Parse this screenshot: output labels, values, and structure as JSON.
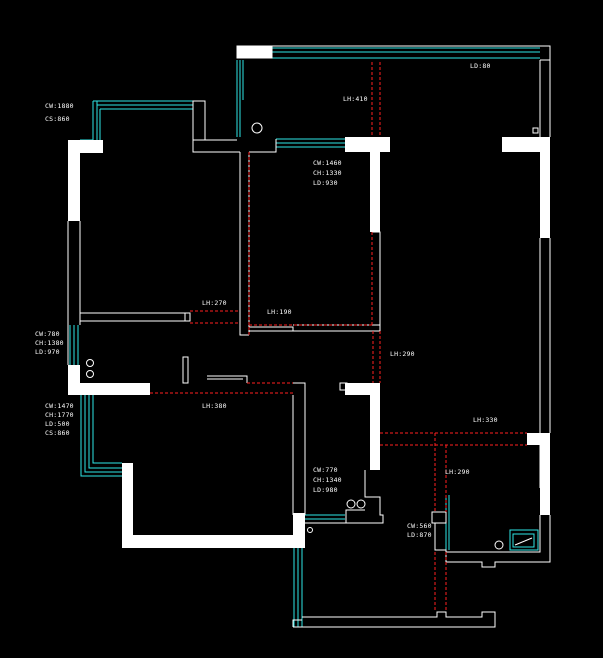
{
  "annotations": {
    "top_ld": "LD:80",
    "top_lh": "LH:410",
    "room_tl_cw": "CW:1880",
    "room_tl_cs": "CS:860",
    "room_mid_cw": "CW:1460",
    "room_mid_ch": "CH:1330",
    "room_mid_ld": "LD:930",
    "lh_270": "LH:270",
    "lh_190": "LH:190",
    "lh_290_a": "LH:290",
    "left_cw": "CW:780",
    "left_ch": "CH:1380",
    "left_ld": "LD:970",
    "room_bl_cw": "CW:1470",
    "room_bl_ch": "CH:1770",
    "room_bl_ld": "LD:500",
    "room_bl_cs": "CS:860",
    "lh_380": "LH:380",
    "lh_330": "LH:330",
    "lh_290_b": "LH:290",
    "bath_cw": "CW:770",
    "bath_ch": "CH:1340",
    "bath_ld": "LD:980",
    "br_cw": "CW:560",
    "br_ld": "LD:870"
  },
  "colors": {
    "background": "#000000",
    "wall": "#ffffff",
    "window": "#2ee6e6",
    "dimension": "#ff2020"
  }
}
